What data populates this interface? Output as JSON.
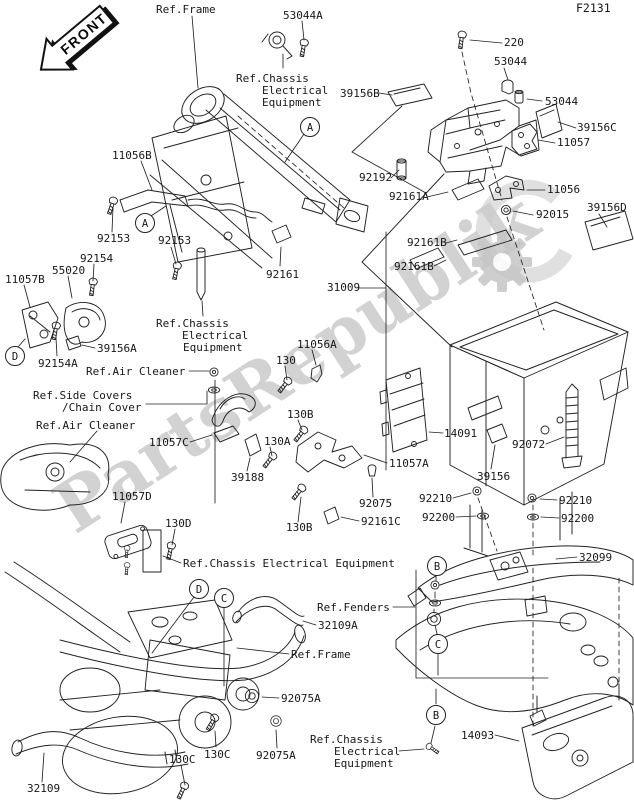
{
  "page": {
    "figure_code": "F2131",
    "front_arrow_text": "FRONT",
    "watermark_text": "PartsRepublik"
  },
  "markers": {
    "a": "A",
    "b": "B",
    "c": "C",
    "d": "D"
  },
  "icons": {
    "gear": "gear-icon",
    "front_arrow": "front-arrow-icon",
    "screw": "screw-icon",
    "bolt": "bolt-icon",
    "washer": "washer-icon",
    "grommet": "grommet-icon",
    "nut": "nut-icon"
  },
  "labels": {
    "ref_frame_top": {
      "text": "Ref.Frame"
    },
    "p53044a": {
      "text": "53044A"
    },
    "p220": {
      "text": "220"
    },
    "ref_chassis_top": {
      "lines": [
        "Ref.Chassis",
        "Electrical",
        "Equipment"
      ]
    },
    "p53044_1": {
      "text": "53044"
    },
    "p39156b": {
      "text": "39156B"
    },
    "p53044_2": {
      "text": "53044"
    },
    "p39156c": {
      "text": "39156C"
    },
    "p11057": {
      "text": "11057"
    },
    "p11056b": {
      "text": "11056B"
    },
    "p92192": {
      "text": "92192"
    },
    "p92161a": {
      "text": "92161A"
    },
    "p11056": {
      "text": "11056"
    },
    "p92015": {
      "text": "92015"
    },
    "p39156d": {
      "text": "39156D"
    },
    "p92153_1": {
      "text": "92153"
    },
    "p92153_2": {
      "text": "92153"
    },
    "p92161b_1": {
      "text": "92161B"
    },
    "p92154": {
      "text": "92154"
    },
    "p55020": {
      "text": "55020"
    },
    "p92161b_2": {
      "text": "92161B"
    },
    "p11057b": {
      "text": "11057B"
    },
    "p92161": {
      "text": "92161"
    },
    "p31009": {
      "text": "31009"
    },
    "ref_chassis_mid": {
      "lines": [
        "Ref.Chassis",
        "Electrical",
        "Equipment"
      ]
    },
    "p39156a": {
      "text": "39156A"
    },
    "p92154a": {
      "text": "92154A"
    },
    "p11056a": {
      "text": "11056A"
    },
    "ref_air_cleaner_1": {
      "text": "Ref.Air Cleaner"
    },
    "p130": {
      "text": "130"
    },
    "ref_side_covers": {
      "lines": [
        "Ref.Side Covers",
        "/Chain Cover"
      ]
    },
    "p130b_1": {
      "text": "130B"
    },
    "ref_air_cleaner_2": {
      "text": "Ref.Air Cleaner"
    },
    "p11057c": {
      "text": "11057C"
    },
    "p130a": {
      "text": "130A"
    },
    "p14091": {
      "text": "14091"
    },
    "p92072": {
      "text": "92072"
    },
    "p11057a": {
      "text": "11057A"
    },
    "p39188": {
      "text": "39188"
    },
    "p39156": {
      "text": "39156"
    },
    "p11057d": {
      "text": "11057D"
    },
    "p92075": {
      "text": "92075"
    },
    "p92210_1": {
      "text": "92210"
    },
    "p92210_2": {
      "text": "92210"
    },
    "p130d": {
      "text": "130D"
    },
    "p92161c": {
      "text": "92161C"
    },
    "p92200_1": {
      "text": "92200"
    },
    "p92200_2": {
      "text": "92200"
    },
    "p130b_2": {
      "text": "130B"
    },
    "ref_chassis_line": {
      "text": "Ref.Chassis Electrical Equipment"
    },
    "p32099": {
      "text": "32099"
    },
    "ref_fenders": {
      "text": "Ref.Fenders"
    },
    "p32109a": {
      "text": "32109A"
    },
    "ref_frame_bottom": {
      "text": "Ref.Frame"
    },
    "p92075a_1": {
      "text": "92075A"
    },
    "p14093": {
      "text": "14093"
    },
    "ref_chassis_bottom": {
      "lines": [
        "Ref.Chassis",
        "Electrical",
        "Equipment"
      ]
    },
    "p130c_1": {
      "text": "130C"
    },
    "p130c_2": {
      "text": "130C"
    },
    "p92075a_2": {
      "text": "92075A"
    },
    "p32109": {
      "text": "32109"
    }
  }
}
